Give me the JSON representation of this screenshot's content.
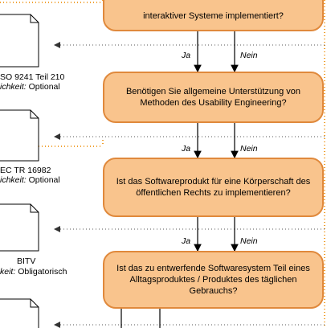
{
  "decisions": [
    {
      "text": "interaktiver Systeme implementiert?"
    },
    {
      "text": "Benötigen Sie allgemeine Unterstützung von Methoden des Usability Engineering?"
    },
    {
      "text": "Ist das Softwareprodukt für eine Körperschaft des öffentlichen Rechts zu implementieren?"
    },
    {
      "text": "Ist das zu entwerfende Softwaresystem Teil eines Alltagsproduktes / Produktes des täglichen Gebrauchs?"
    }
  ],
  "branch_labels": {
    "yes": "Ja",
    "no": "Nein"
  },
  "documents": [
    {
      "title": "SO 9241 Teil 210",
      "prefix": "ichkeit:",
      "value": "Optional"
    },
    {
      "title": "EC TR 16982",
      "prefix": "ichkeit:",
      "value": "Optional"
    },
    {
      "title": "BITV",
      "prefix": "keit:",
      "value": "Obligatorisch"
    }
  ],
  "colors": {
    "box_fill": "#f9c48d",
    "box_border": "#e0893c",
    "dotted": "#f0a030",
    "connector": "#000000"
  }
}
